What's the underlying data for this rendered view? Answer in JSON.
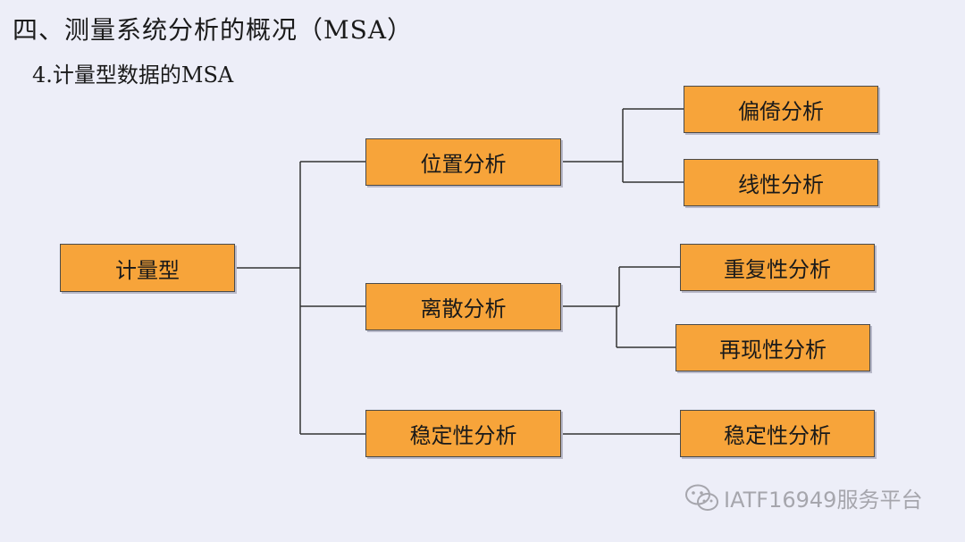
{
  "header": {
    "title": "四、测量系统分析的概况（MSA）",
    "subtitle": "4.计量型数据的MSA"
  },
  "tree": {
    "root": "计量型",
    "branches": [
      {
        "label": "位置分析",
        "children": [
          "偏倚分析",
          "线性分析"
        ]
      },
      {
        "label": "离散分析",
        "children": [
          "重复性分析",
          "再现性分析"
        ]
      },
      {
        "label": "稳定性分析",
        "children": [
          "稳定性分析"
        ]
      }
    ]
  },
  "watermark": {
    "icon": "wechat-icon",
    "text": "IATF16949服务平台"
  },
  "colors": {
    "background": "#edeef8",
    "node_fill": "#f7a43a",
    "node_border": "#4a4a4a",
    "line": "#333333"
  }
}
